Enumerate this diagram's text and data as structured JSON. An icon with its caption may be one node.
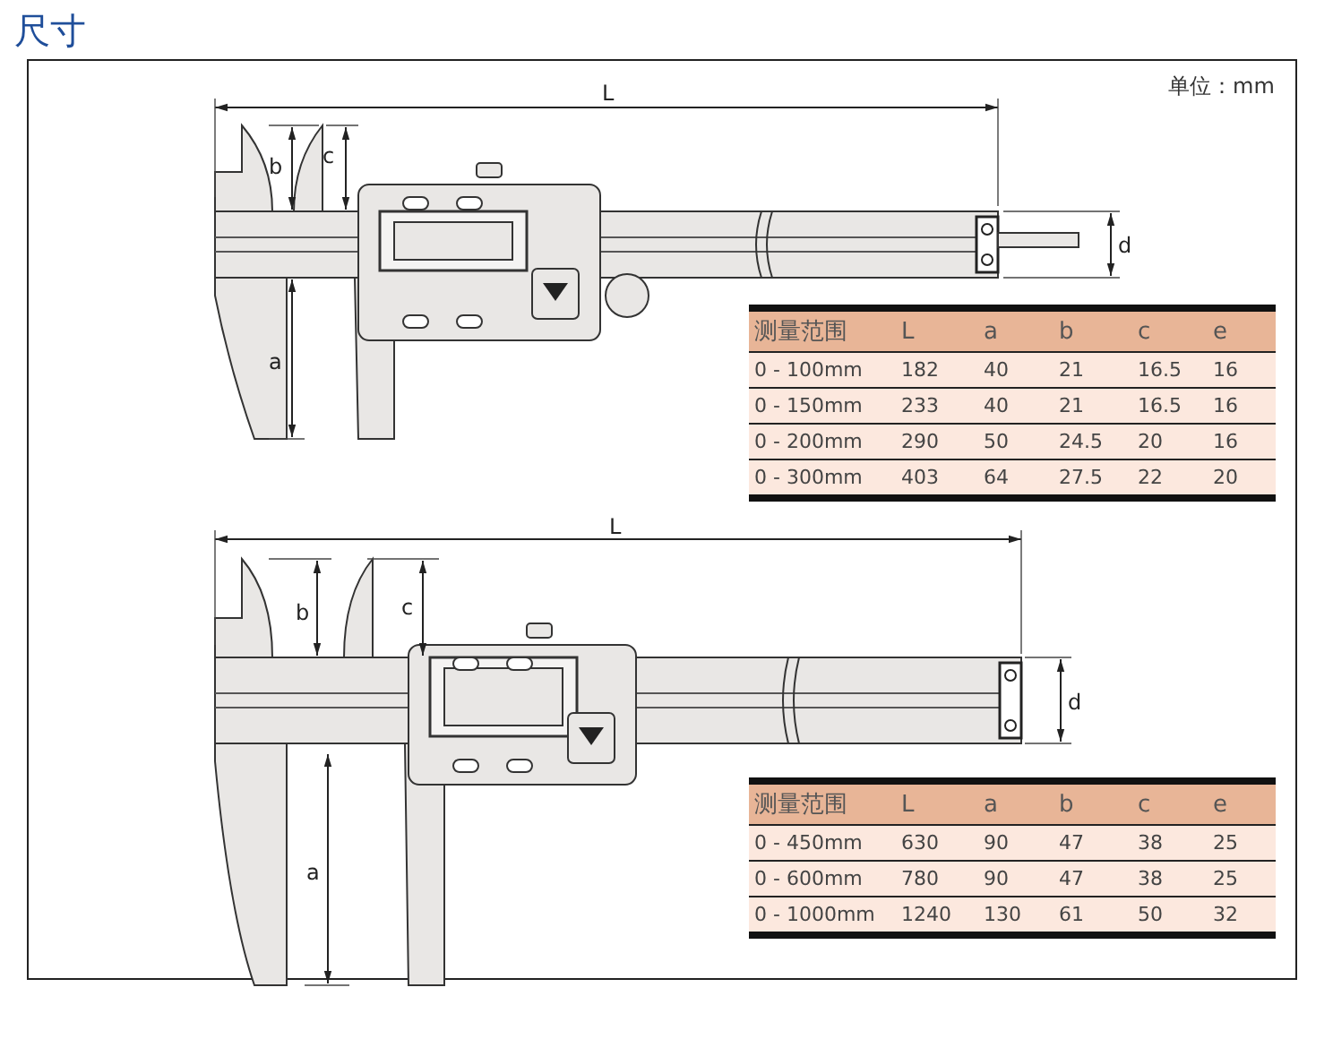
{
  "diagram": {
    "title": "尺寸",
    "labels": [
      "L",
      "单位：mm",
      "b",
      "c",
      "d",
      "a",
      "测量范围",
      "L",
      "a",
      "b",
      "c",
      "e",
      "0 - 100mm",
      "182",
      "40",
      "21",
      "16.5",
      "16",
      "0 - 150mm",
      "233",
      "40",
      "21",
      "16.5",
      "16",
      "0 - 200mm",
      "290",
      "50",
      "24.5",
      "20",
      "16",
      "0 - 300mm",
      "403",
      "64",
      "27.5",
      "22",
      "20",
      "L",
      "b",
      "c",
      "d",
      "a",
      "测量范围",
      "L",
      "a",
      "b",
      "c",
      "e",
      "0 - 450mm",
      "630",
      "90",
      "47",
      "38",
      "25",
      "0 - 600mm",
      "780",
      "90",
      "47",
      "38",
      "25",
      "0 - 1000mm",
      "1240",
      "130",
      "61",
      "50",
      "32"
    ]
  }
}
